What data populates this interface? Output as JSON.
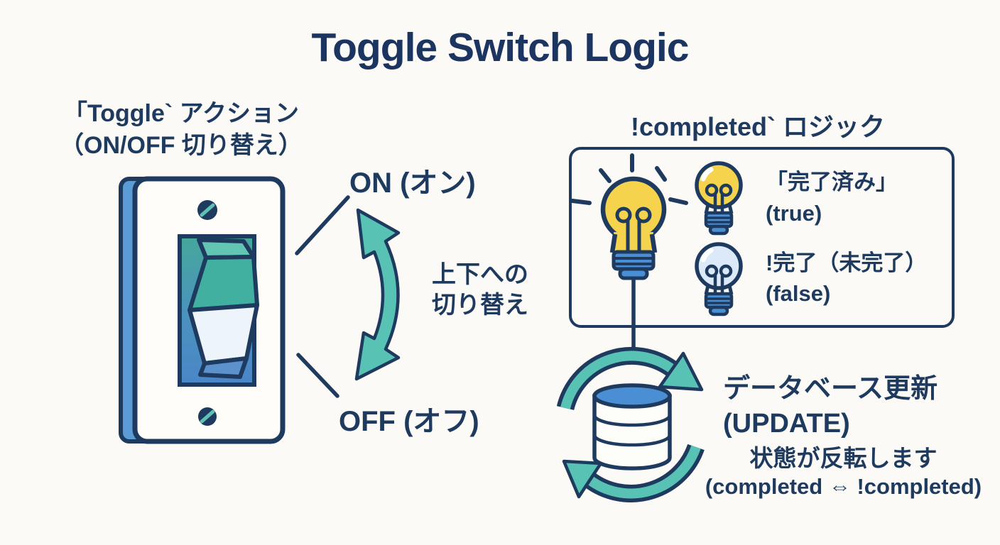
{
  "title": "Toggle Switch Logic",
  "colors": {
    "navy": "#1e3a5f",
    "teal": "#52bfae",
    "teal_dark": "#41b0a0",
    "blue": "#5b9bd6",
    "db_blue": "#4a8fd3",
    "yellow": "#f6d34c",
    "pale_blue": "#dce9f8",
    "background": "#fbfaf6"
  },
  "left_section": {
    "label_line1": "「Toggle` アクション",
    "label_line2": "（ON/OFF 切り替え）",
    "on_label": "ON (オン)",
    "off_label": "OFF (オフ)",
    "arrow_label_line1": "上下への",
    "arrow_label_line2": "切り替え"
  },
  "right_section": {
    "heading": "!completed` ロジック",
    "true_item": {
      "line1": "「完了済み」",
      "line2": "(true)"
    },
    "false_item": {
      "line1": "!完了（未完了）",
      "line2": "(false)"
    },
    "db_update": {
      "line1": "データベース更新",
      "line2": "(UPDATE)"
    },
    "invert_note": {
      "line1": "状態が反転します",
      "line2": "(completed ⇔ !completed)"
    }
  }
}
